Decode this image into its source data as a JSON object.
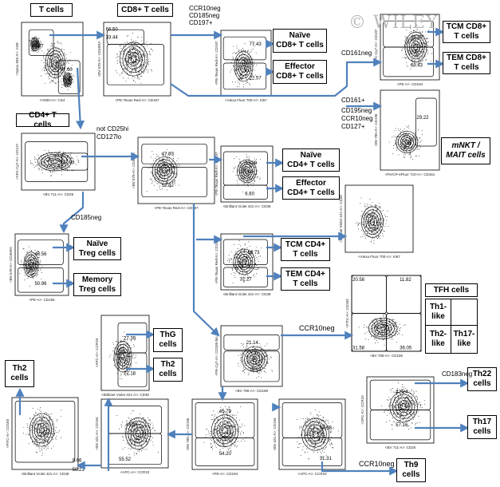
{
  "watermark": "© WILEY",
  "population_labels": {
    "t_cells": "T cells",
    "cd8_t_cells": "CD8+ T cells",
    "naive_cd8": [
      "Naïve",
      "CD8+ T cells"
    ],
    "effector_cd8": [
      "Effector",
      "CD8+ T cells"
    ],
    "tcm_cd8": [
      "TCM CD8+",
      "T cells"
    ],
    "tem_cd8": [
      "TEM CD8+",
      "T cells"
    ],
    "mnkt": [
      "mNKT /",
      "MAIT cells"
    ],
    "cd4_t_cells": "CD4+ T cells",
    "naive_cd4": [
      "Naïve",
      "CD4+ T cells"
    ],
    "effector_cd4": [
      "Effector",
      "CD4+ T cells"
    ],
    "naive_treg": [
      "Naïve",
      "Treg cells"
    ],
    "memory_treg": [
      "Memory",
      "Treg cells"
    ],
    "tcm_cd4": [
      "TCM CD4+",
      "T cells"
    ],
    "tem_cd4": [
      "TEM CD4+",
      "T cells"
    ],
    "tfh_cells": "TFH cells",
    "thg": [
      "ThG",
      "cells"
    ],
    "th2_mid": [
      "Th2",
      "cells"
    ],
    "th2_left": [
      "Th2",
      "cells"
    ],
    "th22": [
      "Th22",
      "cells"
    ],
    "th17": [
      "Th17",
      "cells"
    ],
    "th9": [
      "Th9",
      "cells"
    ],
    "th1_like": [
      "Th1-",
      "like"
    ],
    "th2_like": [
      "Th2-",
      "like"
    ],
    "th17_like": [
      "Th17-",
      "like"
    ]
  },
  "gate_annotations": {
    "ccr10_cd185_cd197": [
      "CCR10neg",
      "CD185neg",
      "CD197+"
    ],
    "cd161neg": "CD161neg",
    "cd161pos_set": [
      "CD161+",
      "CD195neg",
      "CCR10neg",
      "CD127+"
    ],
    "not_cd25_cd127": [
      "not CD25hi",
      "CD127lo"
    ],
    "cd185neg": "CD185neg",
    "ccr10neg_mid": "CCR10neg",
    "cd183neg": "CD183neg",
    "ccr10neg_bottom": "CCR10neg"
  },
  "plots": [
    {
      "id": "tcells",
      "ylabel": "<Sytox 655-A>: CD8",
      "xlabel": "<V500-A>: CD4",
      "values": [
        "31.87",
        "57.60"
      ]
    },
    {
      "id": "cd8",
      "ylabel": "<BV 570-A>: CD45RA",
      "xlabel": "<PE-Texas Red-A>: CD197",
      "values": [
        "66.50",
        "33.44"
      ]
    },
    {
      "id": "cd8-ki67",
      "ylabel": "<PE-Texas Red-A>: CD197",
      "xlabel": "<Alexa Fluor 700-A>: Ki67",
      "values": [
        "77.43",
        "22.57"
      ]
    },
    {
      "id": "cd8-cd194",
      "ylabel": "<APC-Cy7-A>: CD197",
      "xlabel": "<PE-A>: CD194",
      "values": [
        "30.57",
        "69.43"
      ]
    },
    {
      "id": "cd161",
      "ylabel": "<BV 785-A>: CD196",
      "xlabel": "<PerCP-eFluor 710-A>: CD161",
      "values": [
        "29.22"
      ]
    },
    {
      "id": "cd4",
      "ylabel": "<APC-Cy7-A>: CD127",
      "xlabel": "<BV 711-A>: CD25",
      "values": [
        "17.96"
      ]
    },
    {
      "id": "cd4-ra",
      "ylabel": "<BV 570-A>: CD45RA",
      "xlabel": "<PE-Texas Red-A>: CD197",
      "values": [
        "47.63",
        "52.32"
      ]
    },
    {
      "id": "cd4-cd38",
      "ylabel": "<PE-Texas Red-A>: CD197",
      "xlabel": "<Brilliant Violet 421-A>: CD38",
      "values": [
        "93.39",
        "6.60"
      ]
    },
    {
      "id": "ki67-small",
      "ylabel": "<Brilliant Violet 421-A>: CD38",
      "xlabel": "<Alexa Fluor 700-A>: Ki67",
      "values": []
    },
    {
      "id": "treg",
      "ylabel": "<BV 570-A>: CD45RA",
      "xlabel": "<PE-A>: CD194",
      "values": [
        "48.56",
        "50.96"
      ]
    },
    {
      "id": "cd4-tcm",
      "ylabel": "<PE-Texas Red-A>: CD197",
      "xlabel": "<Brilliant Violet 421-A>: CD38",
      "values": [
        "68.73",
        "31.27"
      ]
    },
    {
      "id": "tfh",
      "ylabel": "<FITC-A>: CD183",
      "xlabel": "<BV 785-A>: CD196",
      "values": [
        "20.58",
        "11.82",
        "31.58",
        "36.05"
      ]
    },
    {
      "id": "thg",
      "ylabel": "<APC-A>: CCR10",
      "xlabel": "<Brilliant Violet 421-A>: CD38",
      "values": [
        "27.39",
        "72.18"
      ]
    },
    {
      "id": "ccr10",
      "ylabel": "<PE-Cy7-A>: CD185-bio",
      "xlabel": "<BV 785-A>: CD196",
      "values": [
        "21.14",
        "79.54"
      ]
    },
    {
      "id": "th22",
      "ylabel": "<APC-A>: CCR10",
      "xlabel": "<BV 711-A>: CD25",
      "values": [
        "42.24",
        "57.16"
      ]
    },
    {
      "id": "th2-left",
      "ylabel": "<FITC-A>: CD183",
      "xlabel": "<Brilliant Violet 421-A>: CD38",
      "values": [
        "8.66",
        "50.21"
      ]
    },
    {
      "id": "th2-mid",
      "ylabel": "<BV 421-A>: CD194",
      "xlabel": "<APC-A>: CCR10",
      "values": [
        "43.28",
        "55.52"
      ]
    },
    {
      "id": "cd194-cd196",
      "ylabel": "<BV 785-A>: CD196",
      "xlabel": "<PE-A>: CD194",
      "values": [
        "45.79",
        "54.20"
      ]
    },
    {
      "id": "th9",
      "ylabel": "<BV 421-A>: CD194",
      "xlabel": "<APC-A>: CCR10",
      "values": [
        "68.68",
        "31.31"
      ]
    }
  ],
  "colors": {
    "arrow": "#4f81bd",
    "contour": "#000000",
    "dots": "#111111"
  }
}
